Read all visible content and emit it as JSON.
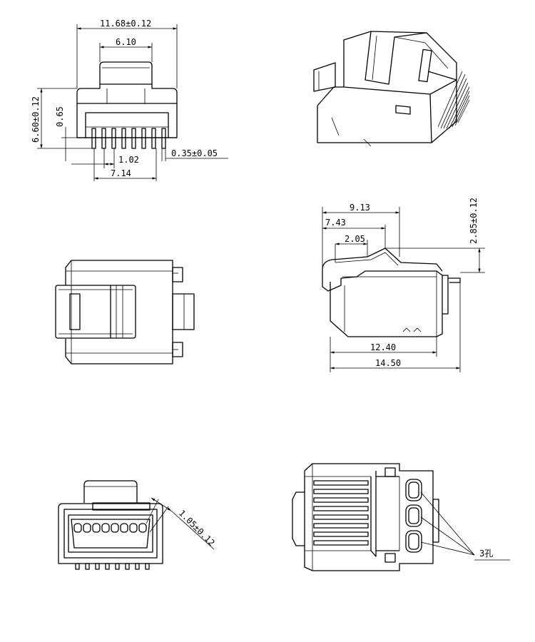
{
  "dimensions": {
    "front_total_width": "11.68±0.12",
    "front_latch_width": "6.10",
    "front_height": "6.60±0.12",
    "front_contact_height": "0.65",
    "front_contact_pitch": "1.02",
    "front_contact_width": "0.35±0.05",
    "front_contact_span": "7.14",
    "side_length_a": "9.13",
    "side_length_b": "7.43",
    "side_length_c": "2.05",
    "side_latch_height": "2.85±0.12",
    "side_body_length": "12.40",
    "side_total_length": "14.50",
    "rear_slot_width": "1.05±0.12"
  },
  "labels": {
    "holes_note": "3孔"
  }
}
